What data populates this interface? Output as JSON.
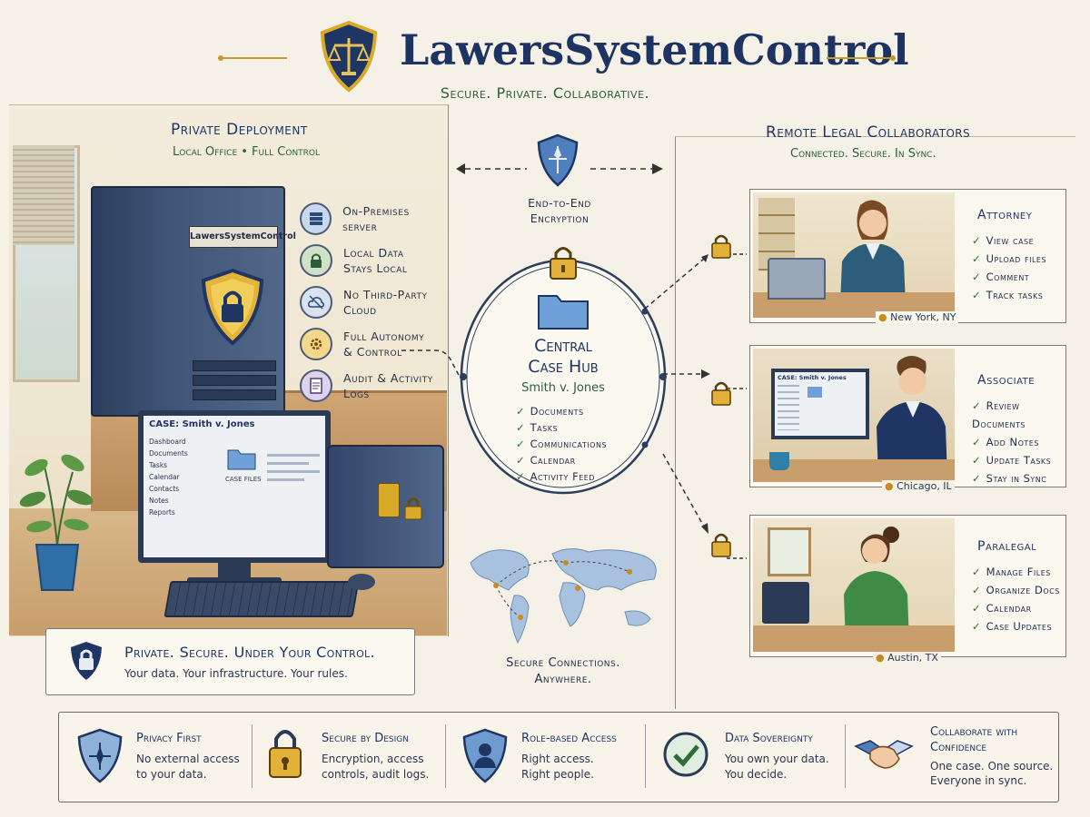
{
  "header": {
    "title": "LawersSystemControl",
    "tagline": "Secure. Private. Collaborative."
  },
  "private_deployment": {
    "heading": "Private Deployment",
    "subheading": "Local Office • Full Control",
    "server_label": "LawersSystemControl",
    "features": [
      {
        "icon": "server-icon",
        "line1": "On-Premises server",
        "line2": ""
      },
      {
        "icon": "lock-icon",
        "line1": "Local Data",
        "line2": "Stays Local"
      },
      {
        "icon": "cloud-off-icon",
        "line1": "No Third-Party",
        "line2": "Cloud"
      },
      {
        "icon": "gear-icon",
        "line1": "Full Autonomy",
        "line2": "& Control"
      },
      {
        "icon": "document-icon",
        "line1": "Audit & Activity",
        "line2": "Logs"
      }
    ],
    "monitor": {
      "case_title": "CASE: Smith v. Jones",
      "menu": [
        "Dashboard",
        "Documents",
        "Tasks",
        "Calendar",
        "Contacts",
        "Notes",
        "Reports"
      ],
      "folder_label": "CASE FILES"
    },
    "banner_title": "Private. Secure. Under Your Control.",
    "banner_text": "Your data. Your infrastructure. Your rules."
  },
  "encryption": {
    "line1": "End-to-End",
    "line2": "Encryption"
  },
  "hub": {
    "title_line1": "Central",
    "title_line2": "Case Hub",
    "case_name": "Smith v. Jones",
    "items": [
      "Documents",
      "Tasks",
      "Communications",
      "Calendar",
      "Activity Feed"
    ]
  },
  "connections": {
    "line1": "Secure Connections.",
    "line2": "Anywhere."
  },
  "remote": {
    "heading": "Remote Legal Collaborators",
    "subheading": "Connected. Secure. In Sync.",
    "roles": [
      {
        "title": "Attorney",
        "items": [
          "View case",
          "Upload files",
          "Comment",
          "Track tasks"
        ],
        "location": "New York, NY"
      },
      {
        "title": "Associate",
        "items": [
          "Review Documents",
          "Add Notes",
          "Update Tasks",
          "Stay in Sync"
        ],
        "location": "Chicago, IL",
        "screen_title": "CASE: Smith v. Jones"
      },
      {
        "title": "Paralegal",
        "items": [
          "Manage Files",
          "Organize Docs",
          "Calendar",
          "Case Updates"
        ],
        "location": "Austin, TX"
      }
    ]
  },
  "bottom": [
    {
      "icon": "shield-compass-icon",
      "title": "Privacy First",
      "line1": "No external access",
      "line2": "to your data."
    },
    {
      "icon": "padlock-icon",
      "title": "Secure by Design",
      "line1": "Encryption, access",
      "line2": "controls, audit logs."
    },
    {
      "icon": "user-shield-icon",
      "title": "Role-based Access",
      "line1": "Right access.",
      "line2": "Right people."
    },
    {
      "icon": "checkmark-icon",
      "title": "Data Sovereignty",
      "line1": "You own your data.",
      "line2": "You decide."
    },
    {
      "icon": "handshake-icon",
      "title": "Collaborate with Confidence",
      "line1": "One case. One source.",
      "line2": "Everyone in sync."
    }
  ],
  "colors": {
    "navy": "#1f3563",
    "gold": "#d9a928",
    "green": "#2f5d3a",
    "paper": "#f5f1e6"
  }
}
